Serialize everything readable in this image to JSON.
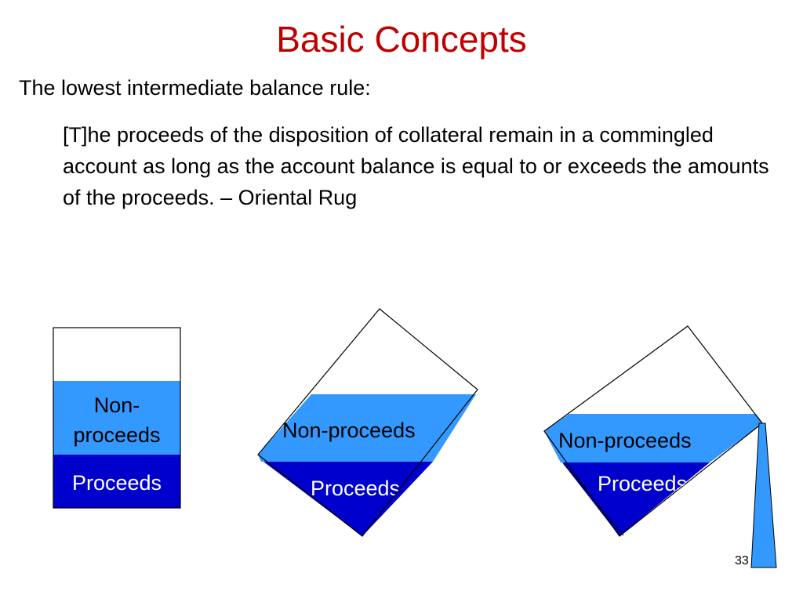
{
  "slide": {
    "title": "Basic Concepts",
    "subtitle": "The lowest intermediate balance rule:",
    "quote": "[T]he proceeds of the disposition of collateral remain in a commingled account as long as the account balance is equal to or exceeds the amounts of the proceeds. – Oriental Rug",
    "page_number": "33"
  },
  "diagram": {
    "colors": {
      "non_proceeds": "#3399ff",
      "proceeds": "#0000cc",
      "empty": "#ffffff",
      "outline": "#000000"
    },
    "container_1": {
      "non_proceeds_line1": "Non-",
      "non_proceeds_line2": "proceeds",
      "proceeds_label": "Proceeds"
    },
    "container_2": {
      "non_proceeds_label": "Non-proceeds",
      "proceeds_label": "Proceeds"
    },
    "container_3": {
      "non_proceeds_label": "Non-proceeds",
      "proceeds_label": "Proceeds"
    }
  }
}
